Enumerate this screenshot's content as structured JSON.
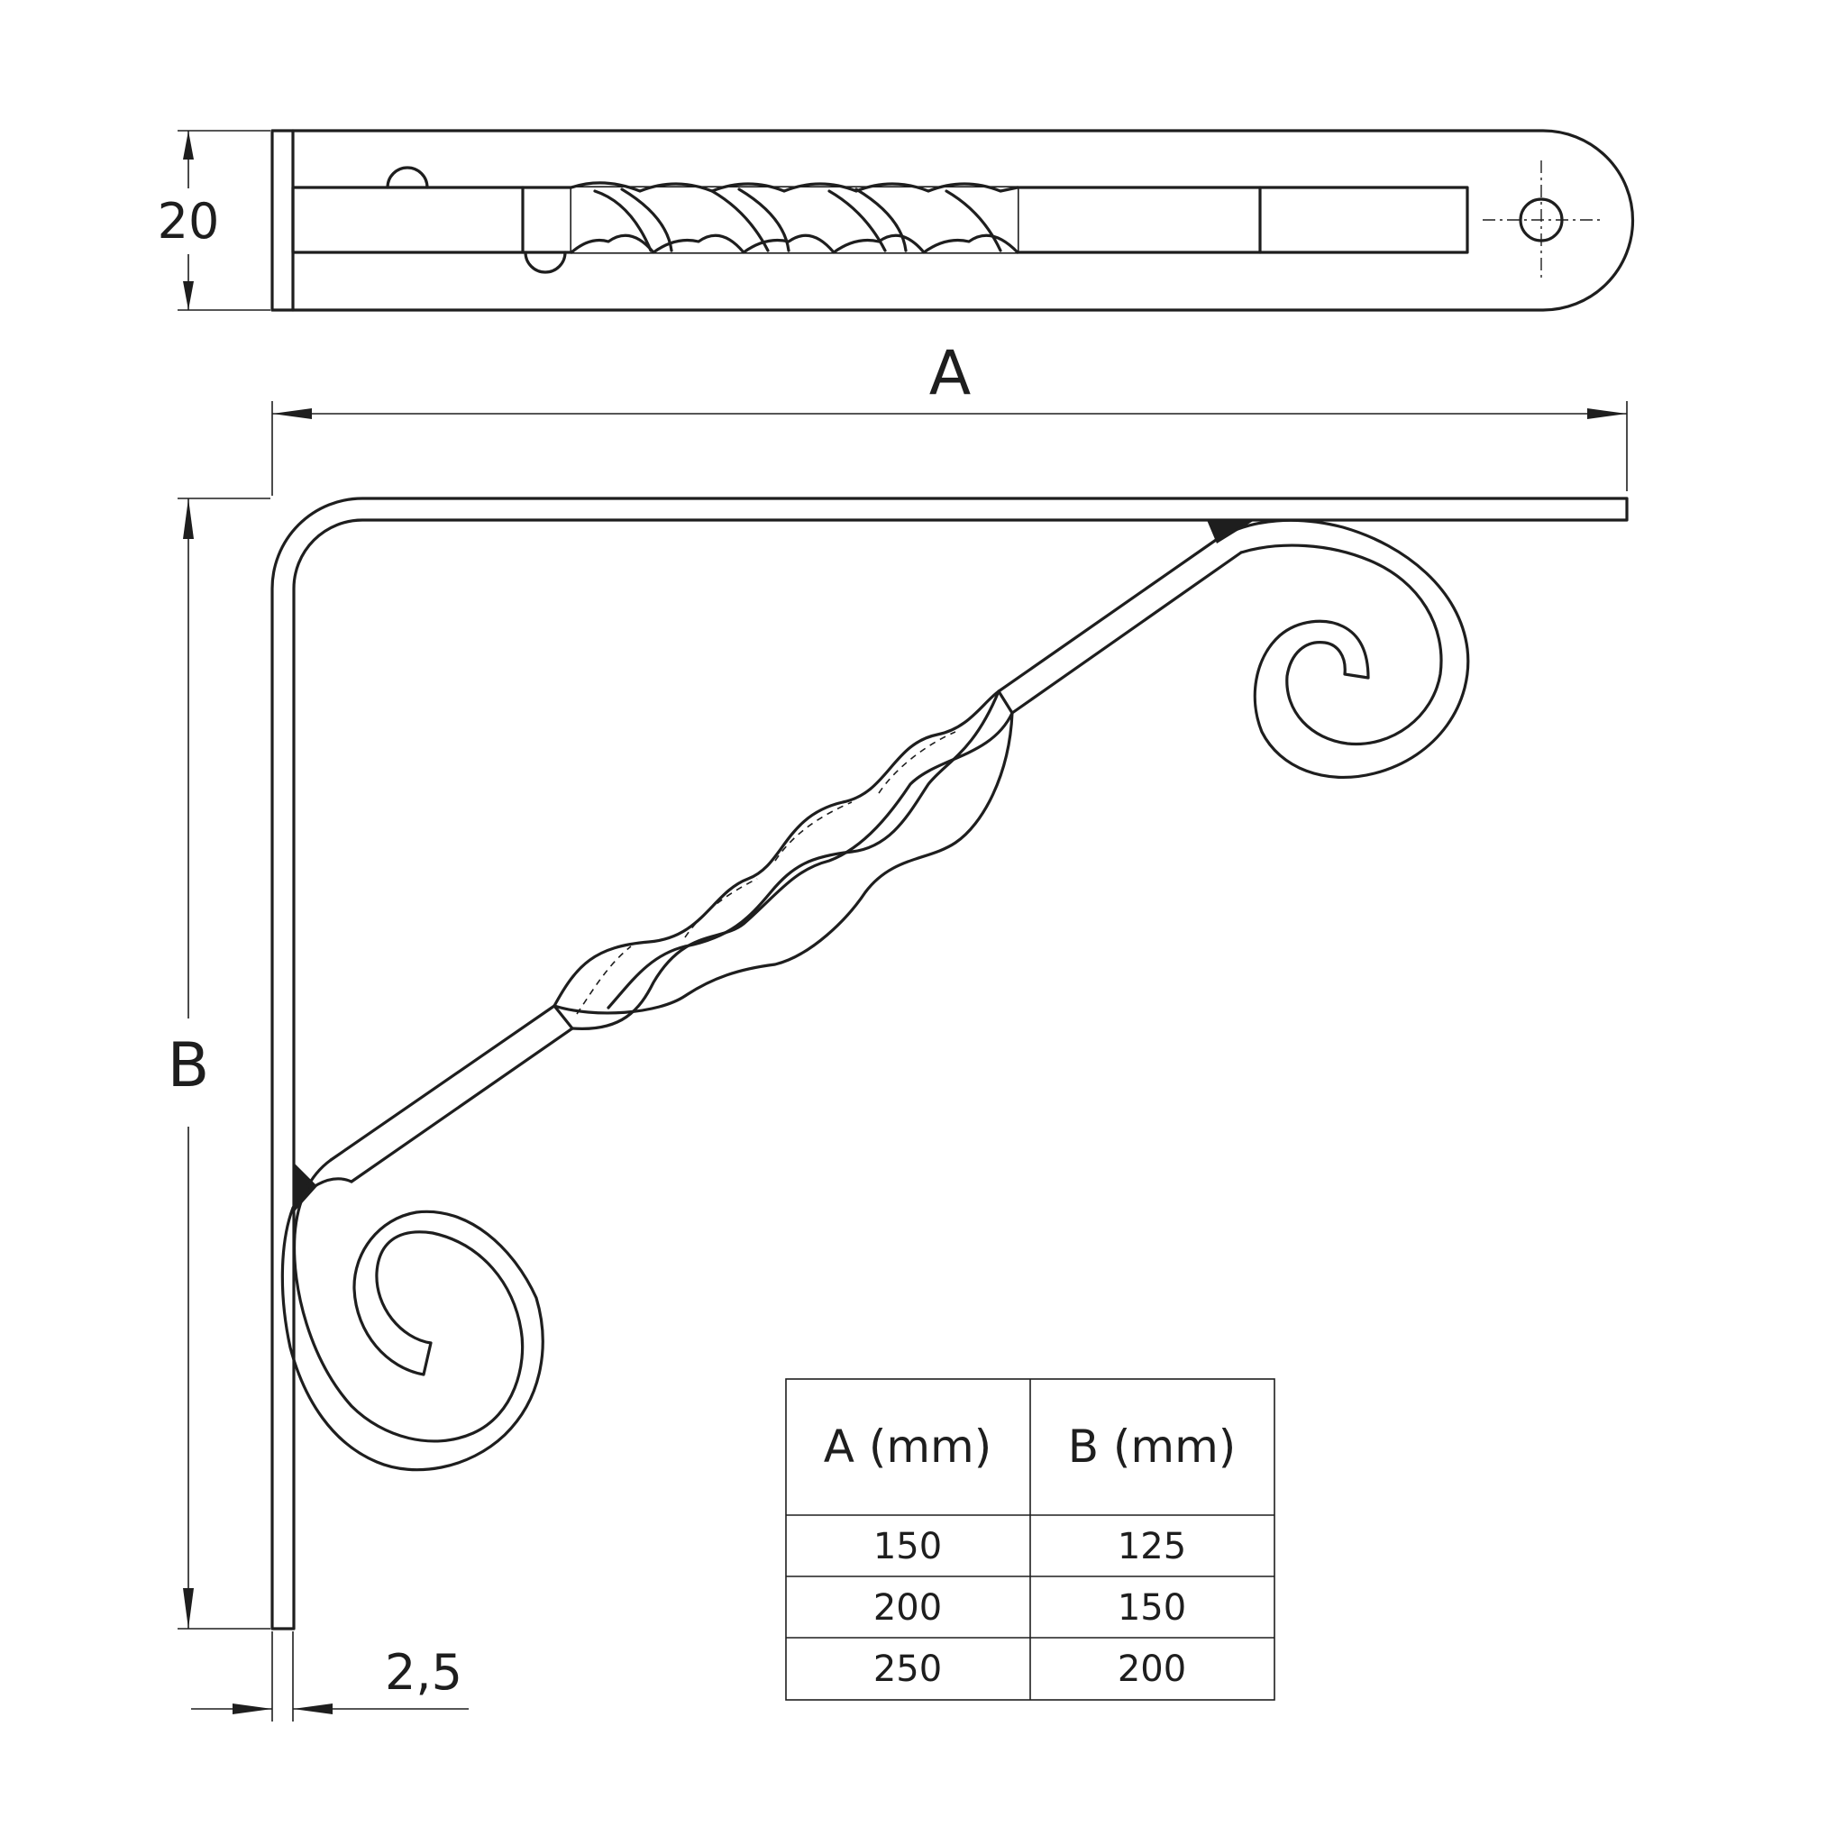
{
  "dimensions": {
    "width_label": "20",
    "length_label": "A",
    "height_label": "B",
    "thickness_label": "2,5"
  },
  "size_table": {
    "headers": [
      "A (mm)",
      "B (mm)"
    ],
    "rows": [
      [
        "150",
        "125"
      ],
      [
        "200",
        "150"
      ],
      [
        "250",
        "200"
      ]
    ]
  },
  "colors": {
    "line": "#1e1e1e",
    "background": "#ffffff"
  }
}
